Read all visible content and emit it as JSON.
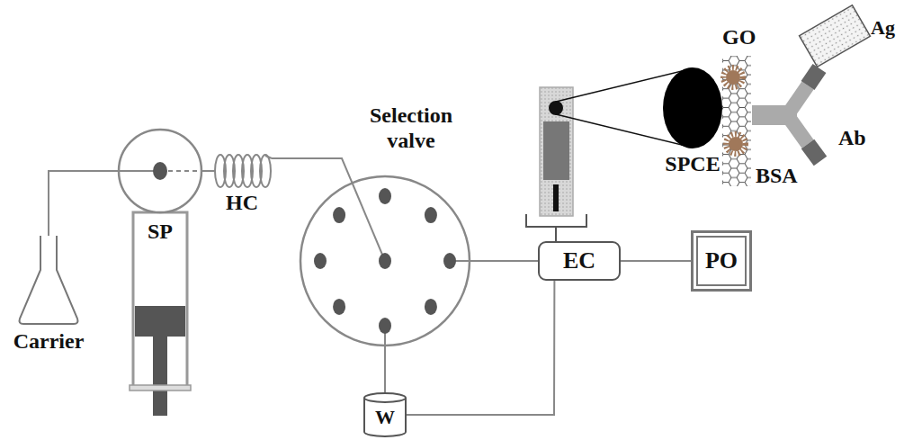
{
  "diagram": {
    "nodes": [
      {
        "text": [
          "Carrier"
        ]
      },
      {
        "text": [
          "SP"
        ]
      },
      {
        "text": [
          "HC"
        ]
      },
      {
        "text": [
          "Selection valve"
        ]
      },
      {
        "text": [
          "EC"
        ]
      },
      {
        "text": [
          "PO"
        ]
      },
      {
        "text": [
          "W"
        ]
      },
      {
        "text": [
          "SPCE"
        ]
      }
    ],
    "edges": [
      {
        "from": 0,
        "to": 1,
        "arrow": "none"
      },
      {
        "from": 1,
        "to": 2,
        "arrow": "none"
      },
      {
        "from": 2,
        "to": 3,
        "arrow": "none"
      },
      {
        "from": 3,
        "to": 4,
        "arrow": "none"
      },
      {
        "from": 4,
        "to": 5,
        "arrow": "none"
      },
      {
        "from": 4,
        "to": 6,
        "arrow": "none"
      },
      {
        "from": 3,
        "to": 6,
        "arrow": "none"
      }
    ],
    "labels": [
      "GO",
      "BSA",
      "Ab",
      "Ag"
    ]
  }
}
